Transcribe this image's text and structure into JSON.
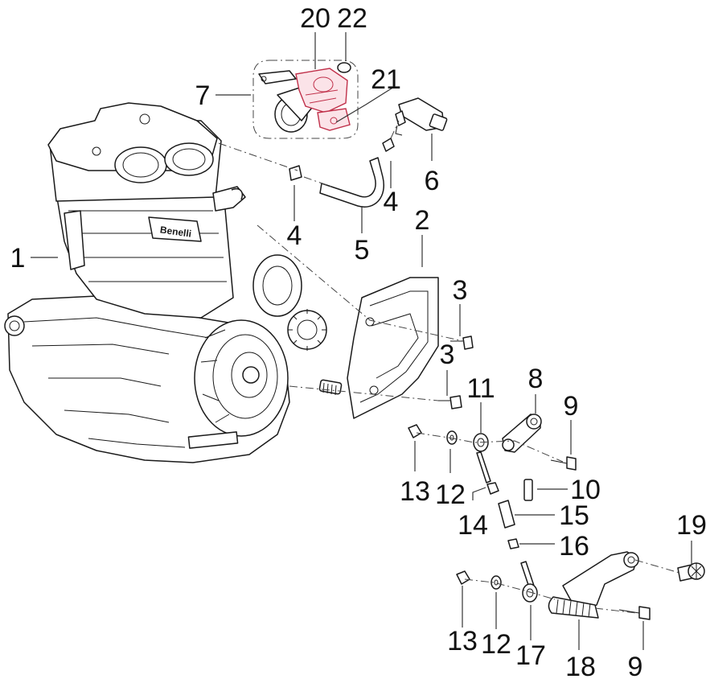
{
  "labels": [
    {
      "id": "1",
      "text": "1"
    },
    {
      "id": "2",
      "text": "2"
    },
    {
      "id": "3a",
      "text": "3"
    },
    {
      "id": "3b",
      "text": "3"
    },
    {
      "id": "4a",
      "text": "4"
    },
    {
      "id": "4b",
      "text": "4"
    },
    {
      "id": "5",
      "text": "5"
    },
    {
      "id": "6",
      "text": "6"
    },
    {
      "id": "7",
      "text": "7"
    },
    {
      "id": "8",
      "text": "8"
    },
    {
      "id": "9a",
      "text": "9"
    },
    {
      "id": "9b",
      "text": "9"
    },
    {
      "id": "10",
      "text": "10"
    },
    {
      "id": "11",
      "text": "11"
    },
    {
      "id": "12a",
      "text": "12"
    },
    {
      "id": "12b",
      "text": "12"
    },
    {
      "id": "13a",
      "text": "13"
    },
    {
      "id": "13b",
      "text": "13"
    },
    {
      "id": "14",
      "text": "14"
    },
    {
      "id": "15",
      "text": "15"
    },
    {
      "id": "16",
      "text": "16"
    },
    {
      "id": "17",
      "text": "17"
    },
    {
      "id": "18",
      "text": "18"
    },
    {
      "id": "19",
      "text": "19"
    },
    {
      "id": "20",
      "text": "20"
    },
    {
      "id": "21",
      "text": "21"
    },
    {
      "id": "22",
      "text": "22"
    }
  ],
  "engine_branding": "Benelli",
  "highlight_color": "#c0304a",
  "line_color": "#1a1a1a"
}
